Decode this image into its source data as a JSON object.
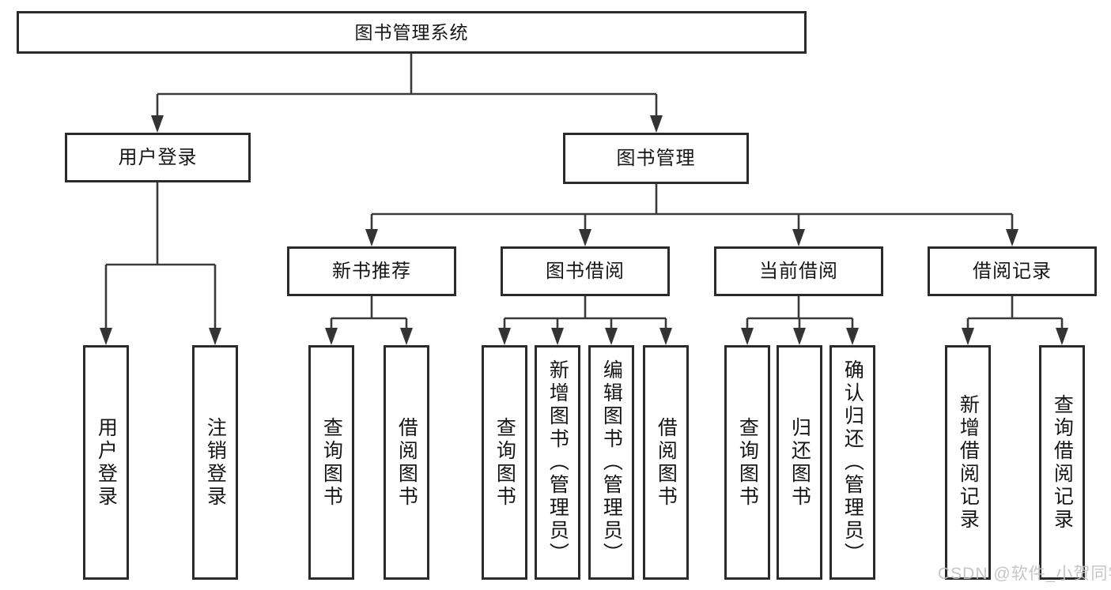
{
  "tree": {
    "root": {
      "label": "图书管理系统"
    },
    "branches": [
      {
        "label": "用户登录",
        "children": [
          {
            "label": "用户登录"
          },
          {
            "label": "注销登录"
          }
        ]
      },
      {
        "label": "图书管理",
        "children": [
          {
            "label": "新书推荐",
            "children": [
              {
                "label": "查询图书"
              },
              {
                "label": "借阅图书"
              }
            ]
          },
          {
            "label": "图书借阅",
            "children": [
              {
                "label": "查询图书"
              },
              {
                "label": "新增图书（管理员）"
              },
              {
                "label": "编辑图书（管理员）"
              },
              {
                "label": "借阅图书"
              }
            ]
          },
          {
            "label": "当前借阅",
            "children": [
              {
                "label": "查询图书"
              },
              {
                "label": "归还图书"
              },
              {
                "label": "确认归还（管理员）"
              }
            ]
          },
          {
            "label": "借阅记录",
            "children": [
              {
                "label": "新增借阅记录"
              },
              {
                "label": "查询借阅记录"
              }
            ]
          }
        ]
      }
    ]
  },
  "watermark": {
    "text": "CSDN @软件_小贺同学"
  },
  "colors": {
    "background": "#ffffff",
    "box_border": "#2b2b2b",
    "connector_line": "#3a3a3a",
    "text": "#161616",
    "watermark": "#c1c1c1"
  }
}
